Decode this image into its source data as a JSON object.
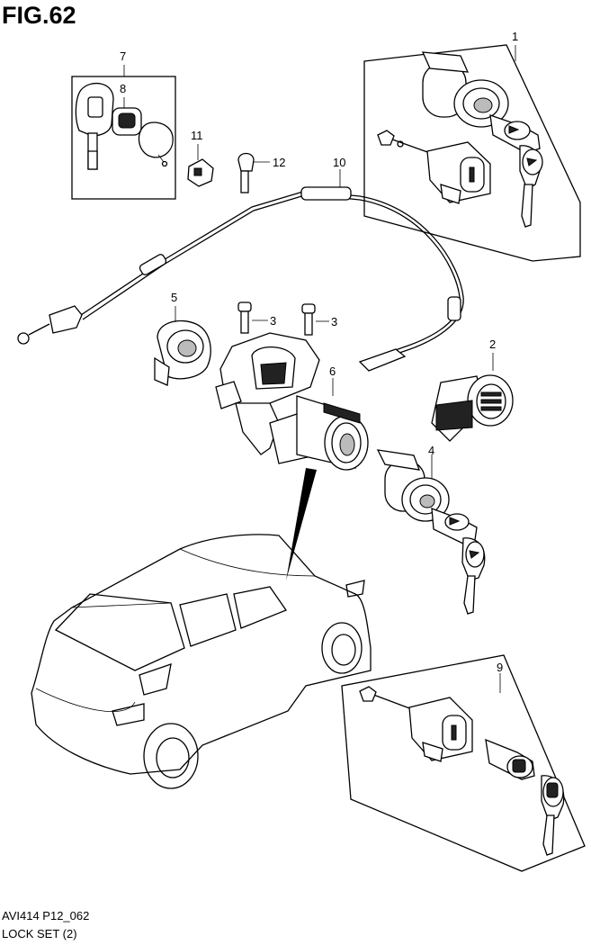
{
  "figure": {
    "title": "FIG.62",
    "code": "AVI414 P12_062",
    "caption": "LOCK SET (2)"
  },
  "callouts": {
    "p1": "1",
    "p2": "2",
    "p3a": "3",
    "p3b": "3",
    "p4": "4",
    "p5": "5",
    "p6": "6",
    "p7": "7",
    "p8": "8",
    "p9": "9",
    "p10": "10",
    "p11": "11",
    "p12": "12"
  }
}
